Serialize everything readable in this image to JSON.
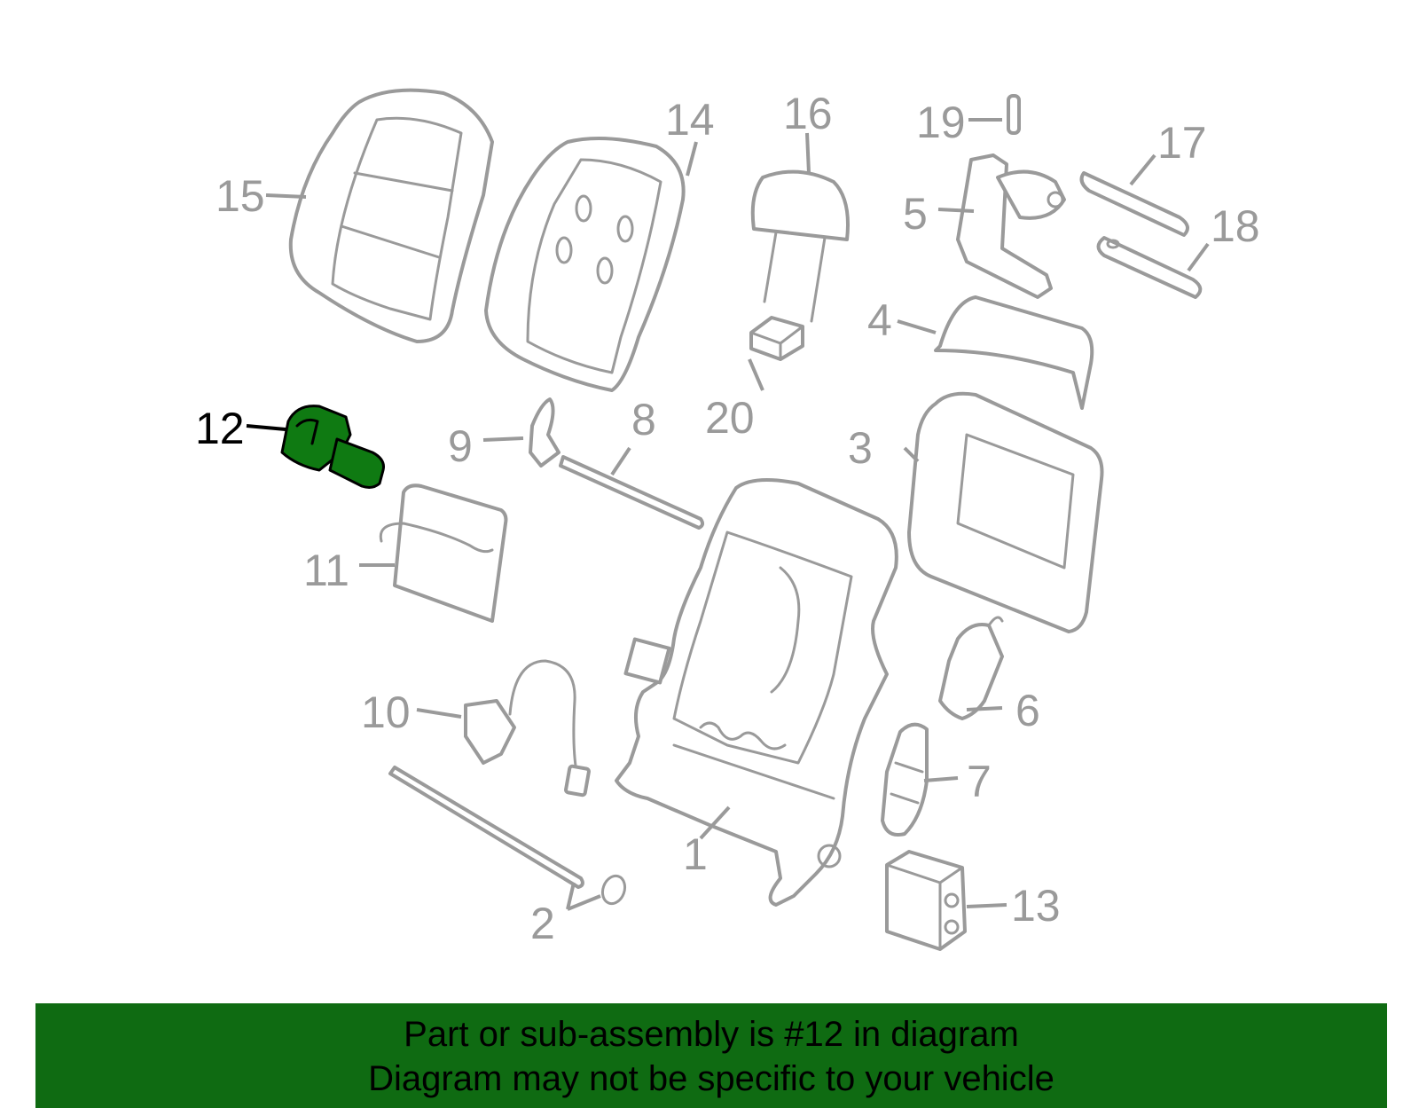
{
  "banner": {
    "line1": "Part or sub-assembly is #12 in diagram",
    "line2": "Diagram may not be specific to your vehicle",
    "background_color": "#0f6b12"
  },
  "highlight": {
    "part_number": "12",
    "color": "#0f7a12"
  },
  "callouts": {
    "c1": "1",
    "c2": "2",
    "c3": "3",
    "c4": "4",
    "c5": "5",
    "c6": "6",
    "c7": "7",
    "c8": "8",
    "c9": "9",
    "c10": "10",
    "c11": "11",
    "c12": "12",
    "c13": "13",
    "c14": "14",
    "c15": "15",
    "c16": "16",
    "c17": "17",
    "c18": "18",
    "c19": "19",
    "c20": "20"
  }
}
